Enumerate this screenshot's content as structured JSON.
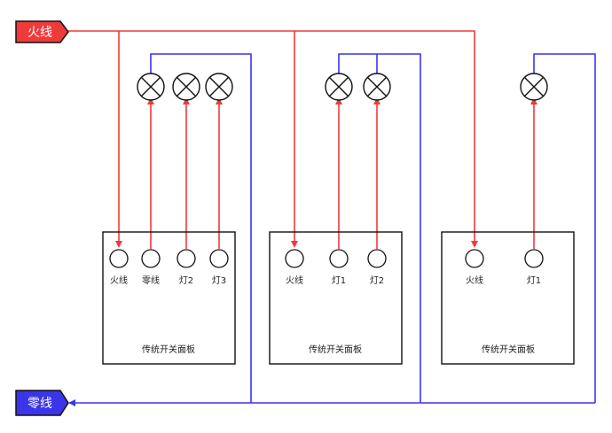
{
  "colors": {
    "live": "#f0393a",
    "neutral": "#3a35e8",
    "stroke": "#111111"
  },
  "tags": {
    "live": "火线",
    "neutral": "零线"
  },
  "panels": [
    {
      "title": "传统开关面板",
      "terminals": [
        "火线",
        "零线",
        "灯2",
        "灯3"
      ]
    },
    {
      "title": "传统开关面板",
      "terminals": [
        "火线",
        "灯1",
        "灯2"
      ]
    },
    {
      "title": "传统开关面板",
      "terminals": [
        "火线",
        "灯1"
      ]
    }
  ]
}
